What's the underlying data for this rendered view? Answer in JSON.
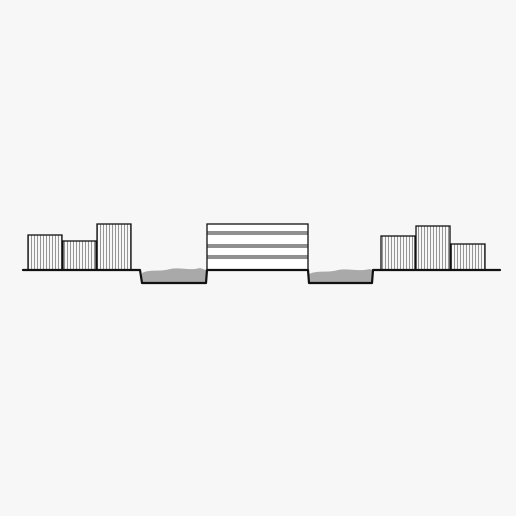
{
  "diagram": {
    "kind": "section-sketch",
    "colors": {
      "background": "#f7f7f7",
      "ink": "#111111",
      "building_fill": "#ffffff",
      "hatch": "#555555",
      "water": "#a9a9a9"
    },
    "elements": [
      {
        "role": "building-left-1"
      },
      {
        "role": "building-left-2"
      },
      {
        "role": "building-left-3"
      },
      {
        "role": "channel-left-water"
      },
      {
        "role": "central-block-storeys",
        "storeys": 4
      },
      {
        "role": "channel-right-water"
      },
      {
        "role": "building-right-1"
      },
      {
        "role": "building-right-2"
      },
      {
        "role": "building-right-3"
      }
    ]
  }
}
